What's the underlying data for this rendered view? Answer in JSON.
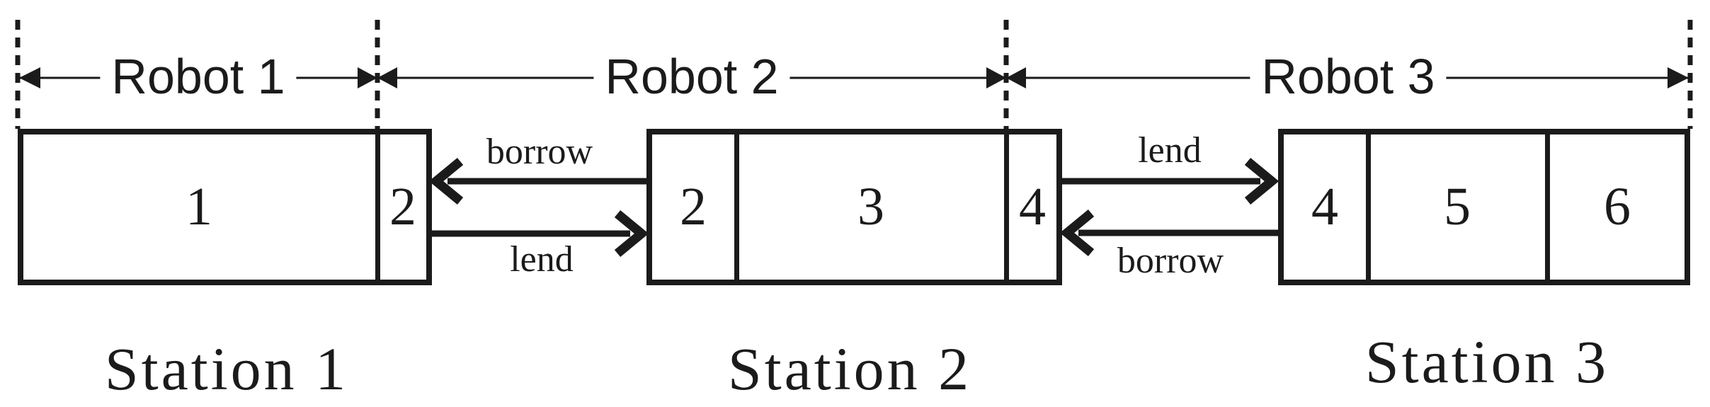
{
  "figure": {
    "background": "#ffffff",
    "ink": "#1b1b1b",
    "robots": [
      {
        "label": "Robot 1"
      },
      {
        "label": "Robot 2"
      },
      {
        "label": "Robot 3"
      }
    ],
    "stations": [
      {
        "label": "Station 1",
        "slots": [
          "1",
          "2"
        ]
      },
      {
        "label": "Station 2",
        "slots": [
          "2",
          "3",
          "4"
        ]
      },
      {
        "label": "Station 3",
        "slots": [
          "4",
          "5",
          "6"
        ]
      }
    ],
    "transfers": [
      {
        "label": "borrow",
        "direction": "left",
        "from": "Station 2",
        "to": "Station 1"
      },
      {
        "label": "lend",
        "direction": "right",
        "from": "Station 1",
        "to": "Station 2"
      },
      {
        "label": "lend",
        "direction": "right",
        "from": "Station 2",
        "to": "Station 3"
      },
      {
        "label": "borrow",
        "direction": "left",
        "from": "Station 3",
        "to": "Station 2"
      }
    ]
  }
}
